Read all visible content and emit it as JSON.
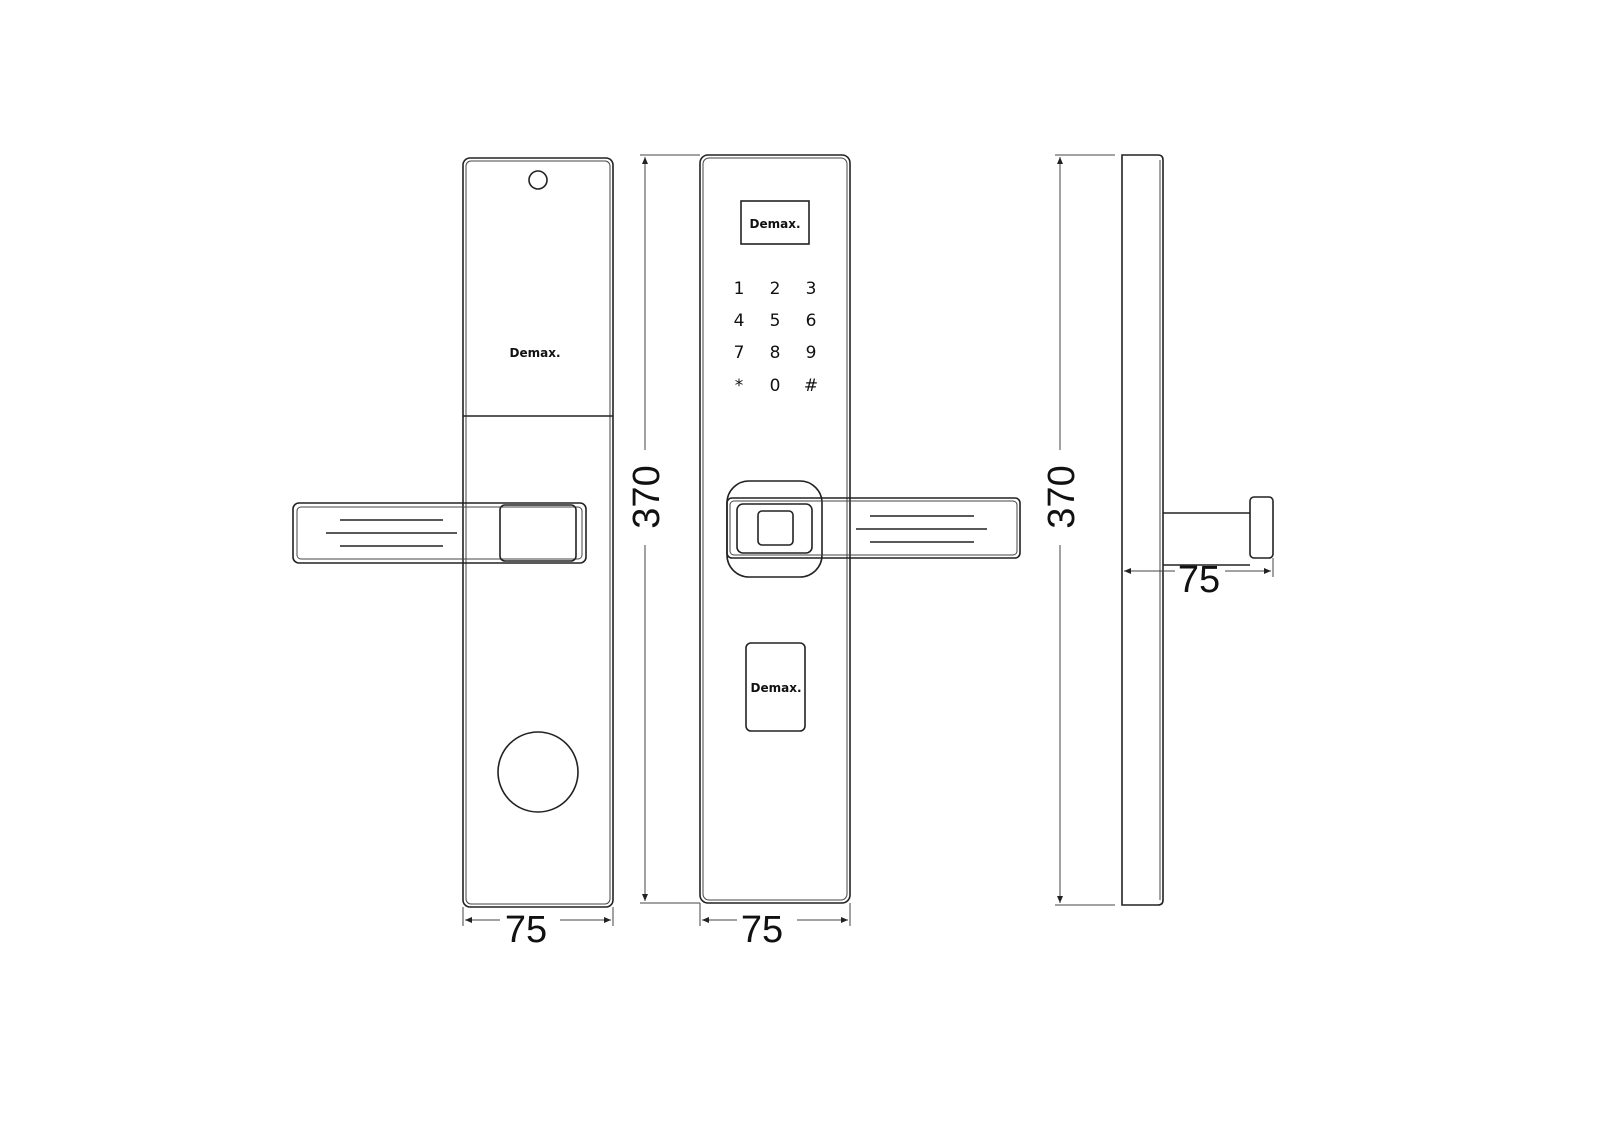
{
  "brand": "Demax.",
  "keypad": [
    "1",
    "2",
    "3",
    "4",
    "5",
    "6",
    "7",
    "8",
    "9",
    "*",
    "0",
    "#"
  ],
  "dimensions": {
    "front_width": "75",
    "back_width": "75",
    "height_front": "370",
    "height_side": "370",
    "handle_projection": "75"
  },
  "colors": {
    "line": "#222222",
    "background": "#ffffff"
  }
}
